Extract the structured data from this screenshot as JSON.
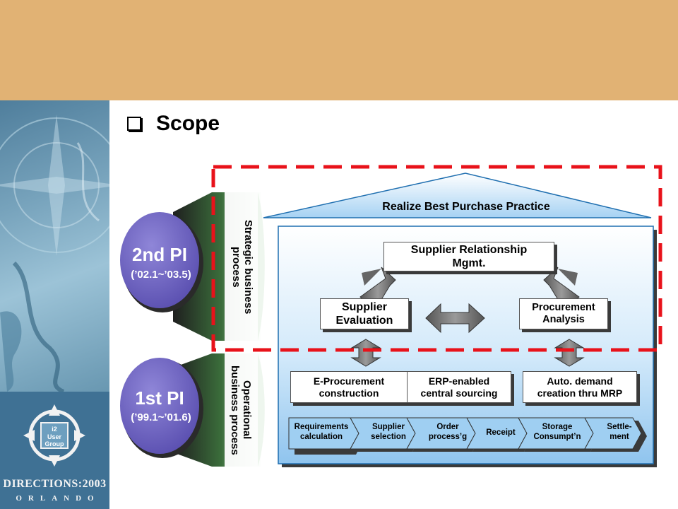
{
  "slide": {
    "title": "Scope",
    "phases": [
      {
        "title": "2nd PI",
        "period": "(’02.1~’03.5)"
      },
      {
        "title": "1st PI",
        "period": "(’99.1~’01.6)"
      }
    ],
    "process_bands": {
      "strategic": "Strategic business\nprocess",
      "operational": "Operational\nbusiness process"
    },
    "roof_label": "Realize Best Purchase Practice",
    "srm_box": "Supplier Relationship\nMgmt.",
    "supplier_evaluation": "Supplier\nEvaluation",
    "procurement_analysis": "Procurement\nAnalysis",
    "initiatives": [
      "E-Procurement\nconstruction",
      "ERP-enabled\ncentral sourcing",
      "Auto. demand\ncreation thru MRP"
    ],
    "steps": [
      "Requirements\ncalculation",
      "Supplier\nselection",
      "Order\nprocess’g",
      "Receipt",
      "Storage\nConsumpt’n",
      "Settle-\nment"
    ]
  },
  "branding": {
    "logo_main": "DIRECTIONS:2003",
    "logo_sub": "ORLANDO",
    "logo_badge_lines": [
      "i2",
      "User",
      "Group"
    ]
  },
  "colors": {
    "top_band": "#e1b274",
    "dashed_border": "#e8121a",
    "pi_circle": "#6c5fbf",
    "strategic_band": "#3d7a3d",
    "operational_band": "#3d7a3d",
    "main_panel": "#a7d3f3",
    "step_chevron": "#9fcff2"
  }
}
